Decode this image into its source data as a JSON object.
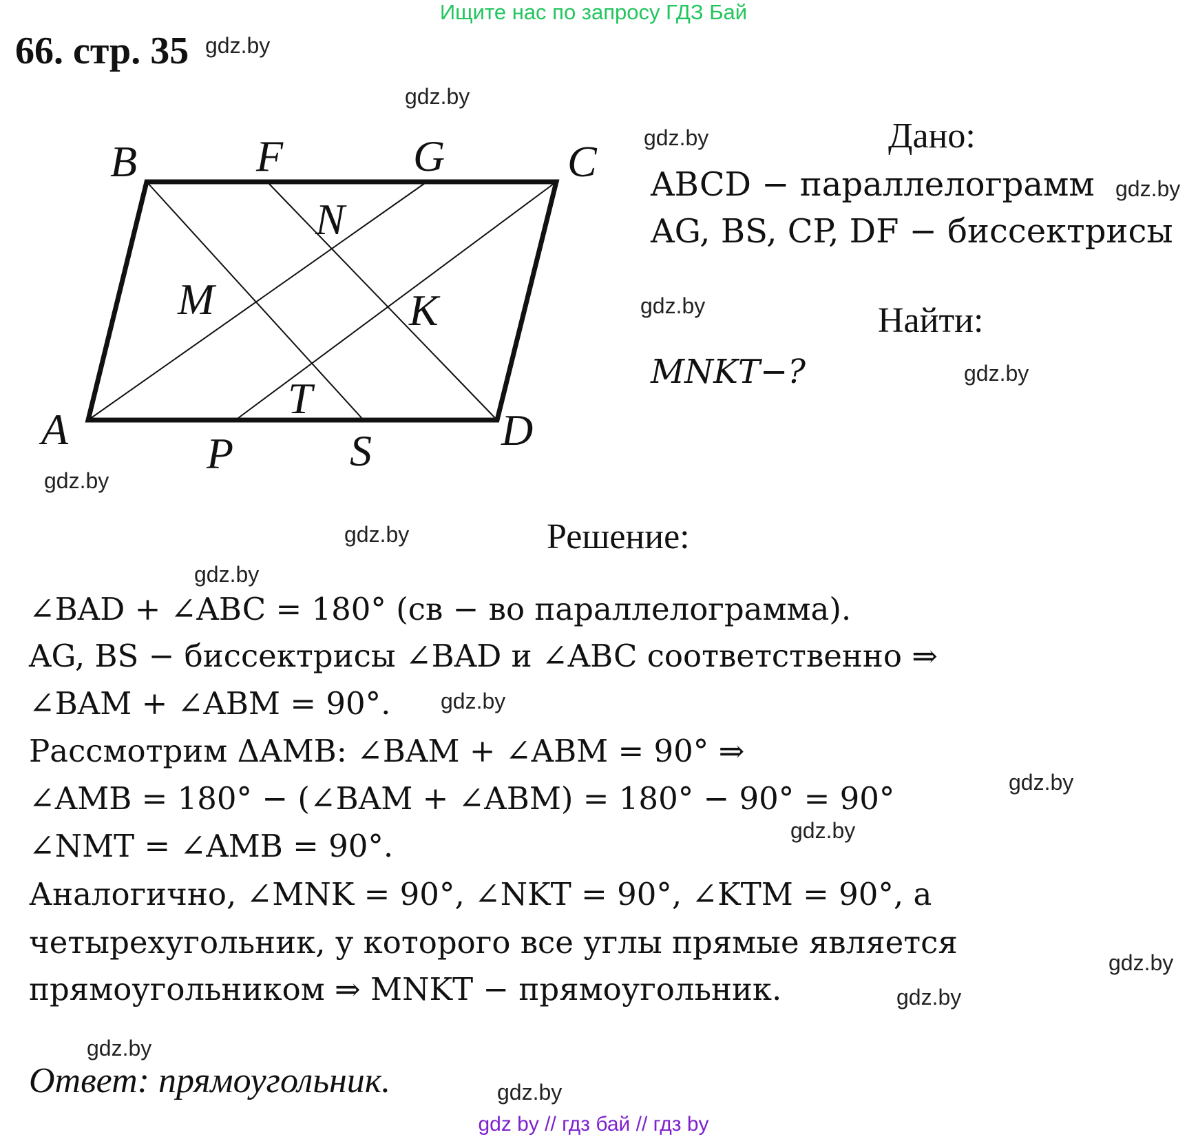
{
  "banner_top": "Ищите нас по запросу ГДЗ Бай",
  "task_title": "66. стр. 35",
  "watermark": "gdz.by",
  "diagram": {
    "labels": [
      "B",
      "F",
      "G",
      "C",
      "N",
      "M",
      "K",
      "T",
      "A",
      "P",
      "S",
      "D"
    ]
  },
  "given": {
    "heading": "Дано:",
    "line1": "ABCD − параллелограмм",
    "line2": "AG, BS, CP, DF − биссектрисы"
  },
  "find": {
    "heading": "Найти:",
    "line": "MNKT−?"
  },
  "solution": {
    "heading": "Решение:",
    "lines": [
      "∠BAD + ∠ABC = 180° (св − во параллелограмма).",
      "AG, BS − биссектрисы ∠BAD и ∠ABC соответственно ⇒",
      "∠BAM + ∠ABM = 90°.",
      "Рассмотрим ΔAMB: ∠BAM + ∠ABM = 90° ⇒",
      "∠AMB = 180° − (∠BAM + ∠ABM) = 180° − 90° = 90°",
      "∠NMT = ∠AMB = 90°.",
      "Аналогично, ∠MNK = 90°, ∠NKT = 90°, ∠KTM = 90°, а",
      "четырехугольник, у которого все углы прямые является",
      "прямоугольником ⇒ MNKT − прямоугольник."
    ]
  },
  "answer": "Ответ: прямоугольник.",
  "banner_bottom": "gdz by  //  гдз бай  //  гдз by"
}
